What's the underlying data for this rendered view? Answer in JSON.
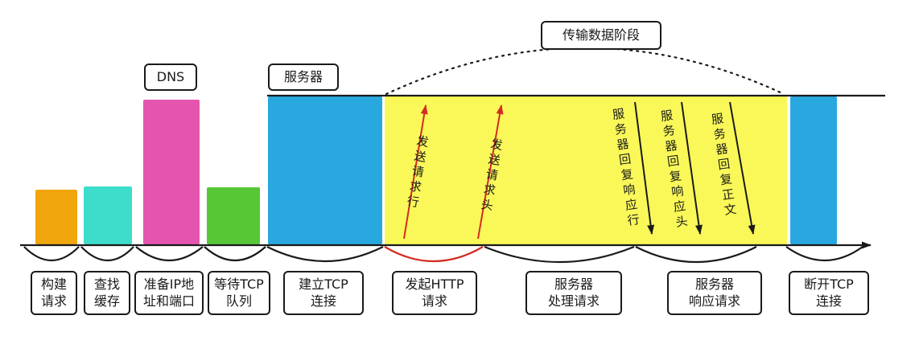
{
  "colors": {
    "orange": "#F0A50C",
    "cyan": "#3EDCCB",
    "pink": "#E455AE",
    "green": "#57C737",
    "blue": "#29A8E0",
    "yellow": "#F9F858",
    "red": "#D42B20",
    "ink": "#1A1A1A"
  },
  "annotations": {
    "dns": "DNS",
    "server": "服务器",
    "transfer_phase": "传输数据阶段"
  },
  "request_arrows": [
    {
      "label": "发送请求行"
    },
    {
      "label": "发送请求头"
    }
  ],
  "response_arrows": [
    {
      "label": "服务器回复响应行"
    },
    {
      "label": "服务器回复响应头"
    },
    {
      "label": "服务器回复正文"
    }
  ],
  "phases": [
    {
      "label": "构建\n请求"
    },
    {
      "label": "查找\n缓存"
    },
    {
      "label": "准备IP地\n址和端口"
    },
    {
      "label": "等待TCP\n队列"
    },
    {
      "label": "建立TCP\n连接"
    },
    {
      "label": "发起HTTP\n请求"
    },
    {
      "label": "服务器\n处理请求"
    },
    {
      "label": "服务器\n响应请求"
    },
    {
      "label": "断开TCP\n连接"
    }
  ]
}
